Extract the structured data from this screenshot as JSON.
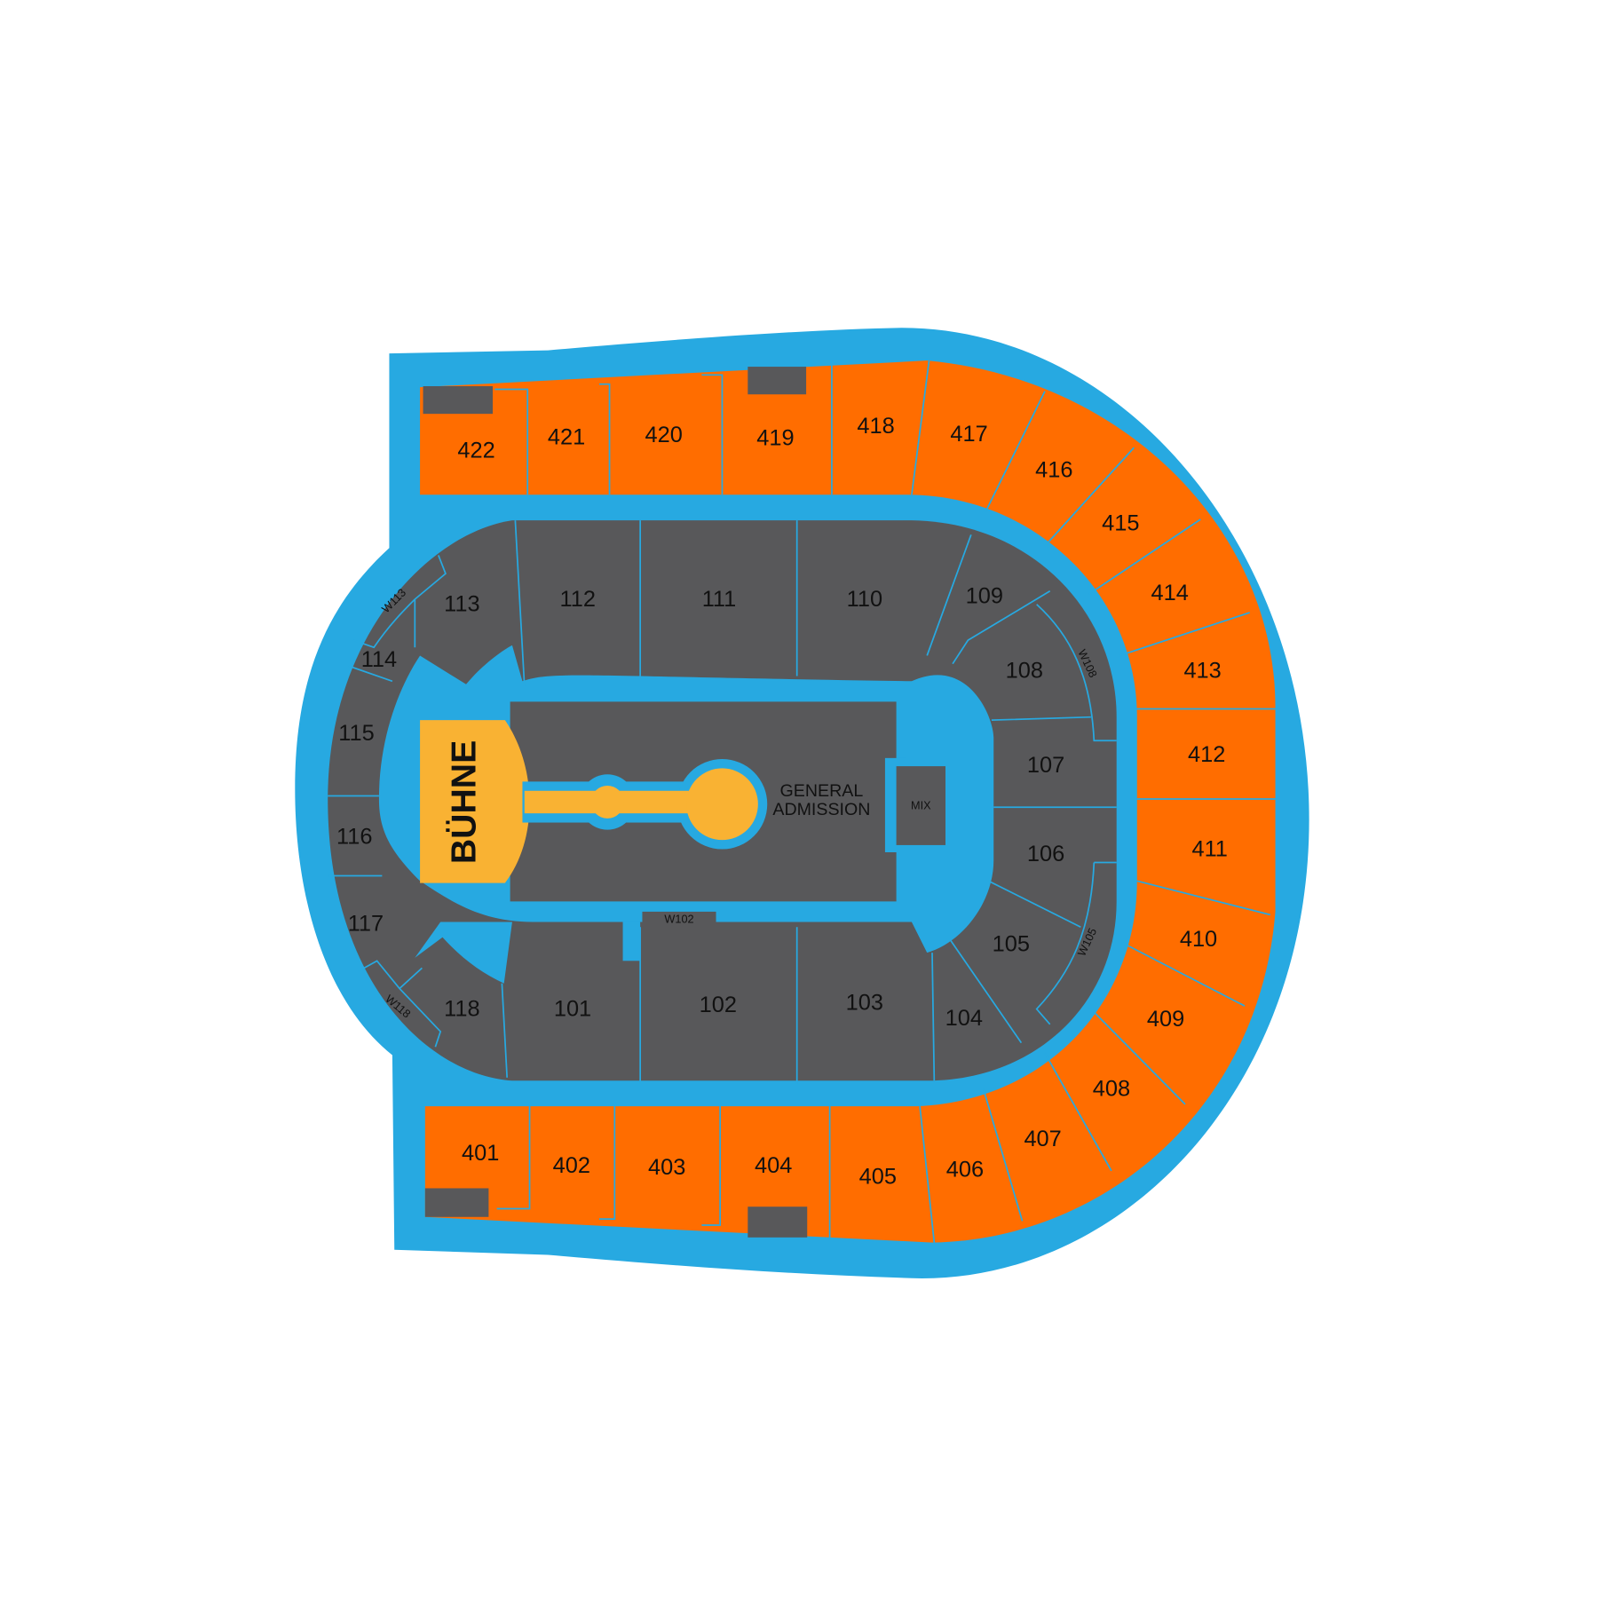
{
  "colors": {
    "blue": "#27a9e1",
    "orange": "#ff6d00",
    "gray": "#58585a",
    "stage": "#f9b233"
  },
  "sections_400": [
    "422",
    "421",
    "420",
    "419",
    "418",
    "417",
    "416",
    "415",
    "414",
    "413",
    "412",
    "411",
    "410",
    "409",
    "408",
    "407",
    "406",
    "405",
    "404",
    "403",
    "402",
    "401"
  ],
  "sections_100": [
    "101",
    "102",
    "103",
    "104",
    "105",
    "106",
    "107",
    "108",
    "109",
    "110",
    "111",
    "112",
    "113",
    "114",
    "115",
    "116",
    "117",
    "118"
  ],
  "wheelchair": [
    "W113",
    "W118",
    "W108",
    "W105",
    "W102"
  ],
  "stage": "BÜHNE",
  "floor": {
    "line1": "GENERAL",
    "line2": "ADMISSION"
  },
  "mix": "MIX"
}
